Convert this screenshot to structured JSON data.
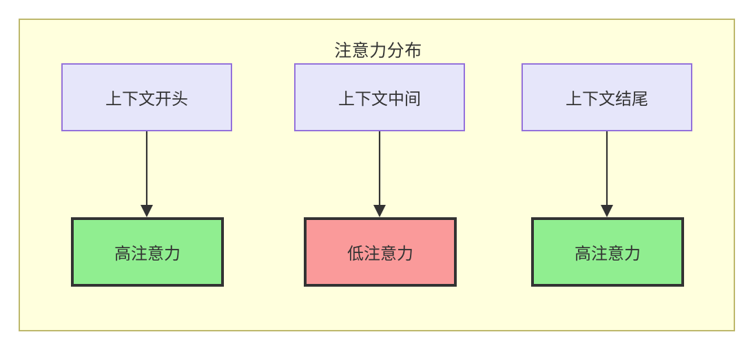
{
  "diagram": {
    "title": "注意力分布",
    "frame": {
      "fill_color": "#ffffdd",
      "border_color": "#bdb76b"
    },
    "top_nodes": [
      {
        "id": "context-start",
        "label": "上下文开头",
        "fill_color": "#e6e6fa",
        "border_color": "#9370db"
      },
      {
        "id": "context-middle",
        "label": "上下文中间",
        "fill_color": "#e6e6fa",
        "border_color": "#9370db"
      },
      {
        "id": "context-end",
        "label": "上下文结尾",
        "fill_color": "#e6e6fa",
        "border_color": "#9370db"
      }
    ],
    "bottom_nodes": [
      {
        "id": "high-attention-start",
        "label": "高注意力",
        "fill_color": "#90ee90",
        "border_color": "#333333"
      },
      {
        "id": "low-attention-middle",
        "label": "低注意力",
        "fill_color": "#fa9a9a",
        "border_color": "#333333"
      },
      {
        "id": "high-attention-end",
        "label": "高注意力",
        "fill_color": "#90ee90",
        "border_color": "#333333"
      }
    ],
    "edges": [
      {
        "id": "edge-start",
        "from": "context-start",
        "to": "high-attention-start",
        "label": ""
      },
      {
        "id": "edge-middle",
        "from": "context-middle",
        "to": "low-attention-middle",
        "label": ""
      },
      {
        "id": "edge-end",
        "from": "context-end",
        "to": "high-attention-end",
        "label": ""
      }
    ]
  }
}
